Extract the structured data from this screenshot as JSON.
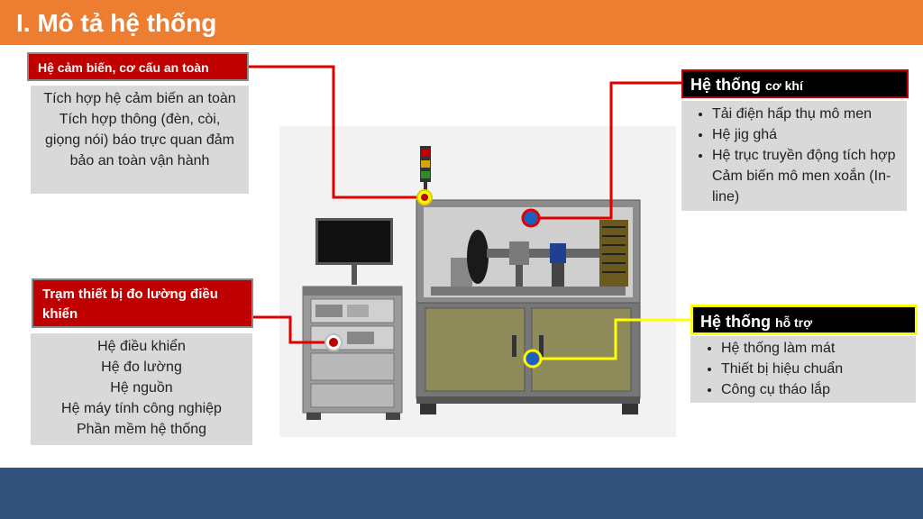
{
  "header": {
    "title": "I. Mô tả hệ thống"
  },
  "colors": {
    "header": "#ed7d31",
    "footer": "#31527a",
    "red_label": "#c00000",
    "box_bg": "#d9d9d9",
    "leader_red": "#e00000",
    "leader_yellow": "#ffff00",
    "dot_blue": "#1f5fbf"
  },
  "safety": {
    "label": "Hệ cảm biến, cơ cấu an toàn",
    "lines": [
      "Tích hợp hệ cảm biến an toàn",
      "Tích hợp thông (đèn, còi, giọng nói) báo trực quan đảm bảo an toàn vận hành"
    ]
  },
  "station": {
    "label": "Trạm thiết bị đo lường điều khiển",
    "lines": [
      "Hệ điều khiển",
      "Hệ đo lường",
      "Hệ nguồn",
      "Hệ máy tính công nghiệp",
      "Phần mềm hệ thống"
    ]
  },
  "mechanical": {
    "label_main": "Hệ thống",
    "label_sub": "cơ khí",
    "items": [
      "Tải điện hấp thụ mô men",
      "Hệ jig ghá",
      "Hệ trục truyền động tích hợp Cảm biến mô men xoắn (In-line)"
    ]
  },
  "support": {
    "label_main": "Hệ thống",
    "label_sub": "hỗ trợ",
    "items": [
      "Hệ thống làm mát",
      "Thiết bị hiệu chuẩn",
      "Công cụ tháo lắp"
    ]
  }
}
